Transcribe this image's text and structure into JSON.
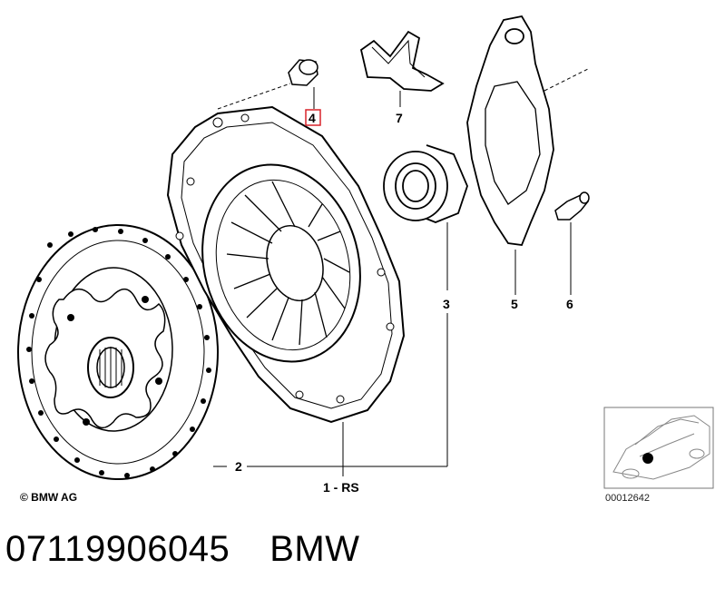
{
  "diagram": {
    "labels": {
      "p1": "1 - RS",
      "p2": "2",
      "p3": "3",
      "p4": "4",
      "p5": "5",
      "p6": "6",
      "p7": "7"
    },
    "copyright": "© BMW AG",
    "thumbnail_code": "00012642",
    "highlight_color": "#d8232a"
  },
  "footer": {
    "part_number": "07119906045",
    "brand": "BMW"
  }
}
